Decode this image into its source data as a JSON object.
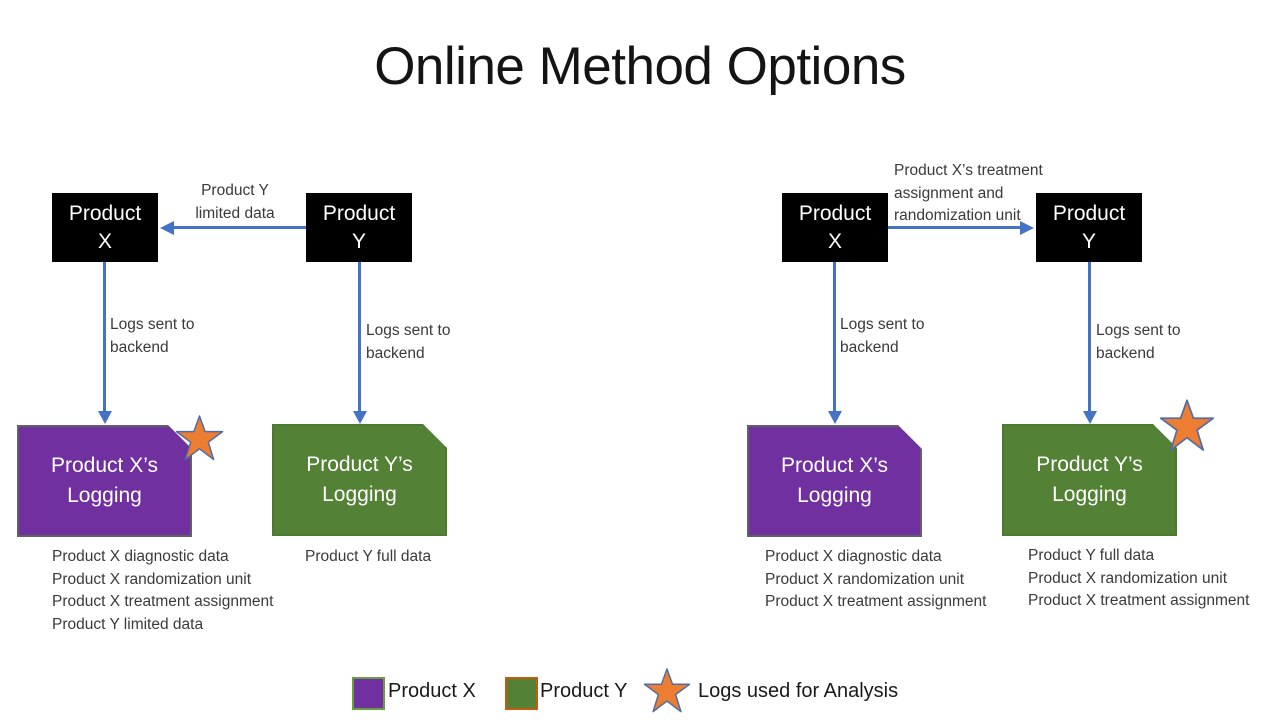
{
  "title": "Online Method Options",
  "diagram_left": {
    "box_x": "Product\nX",
    "box_y": "Product\nY",
    "transfer_label": "Product Y\nlimited data",
    "log_label_x": "Logs sent to\nbackend",
    "log_label_y": "Logs sent to\nbackend",
    "logging_x": "Product X’s\nLogging",
    "logging_y": "Product Y’s\nLogging",
    "items_x": [
      "Product X diagnostic data",
      "Product X randomization unit",
      "Product X treatment assignment",
      "Product Y limited data"
    ],
    "items_y": [
      "Product Y full data"
    ]
  },
  "diagram_right": {
    "box_x": "Product\nX",
    "box_y": "Product\nY",
    "transfer_label": "Product X’s treatment\nassignment and\nrandomization unit",
    "log_label_x": "Logs sent to\nbackend",
    "log_label_y": "Logs sent to\nbackend",
    "logging_x": "Product X’s\nLogging",
    "logging_y": "Product Y’s\nLogging",
    "items_x": [
      "Product X diagnostic data",
      "Product X randomization unit",
      "Product X treatment assignment"
    ],
    "items_y": [
      "Product Y full data",
      "Product X randomization unit",
      "Product X treatment assignment"
    ]
  },
  "legend": {
    "product_x_label": "Product X",
    "product_y_label": "Product Y",
    "star_label": "Logs used for Analysis"
  },
  "colors": {
    "product_x_purple": "#7030A0",
    "product_y_green": "#538135",
    "arrow_blue": "#4472C4",
    "star_orange": "#ED7D31",
    "star_outline": "#44546A",
    "box_black": "#000000"
  }
}
